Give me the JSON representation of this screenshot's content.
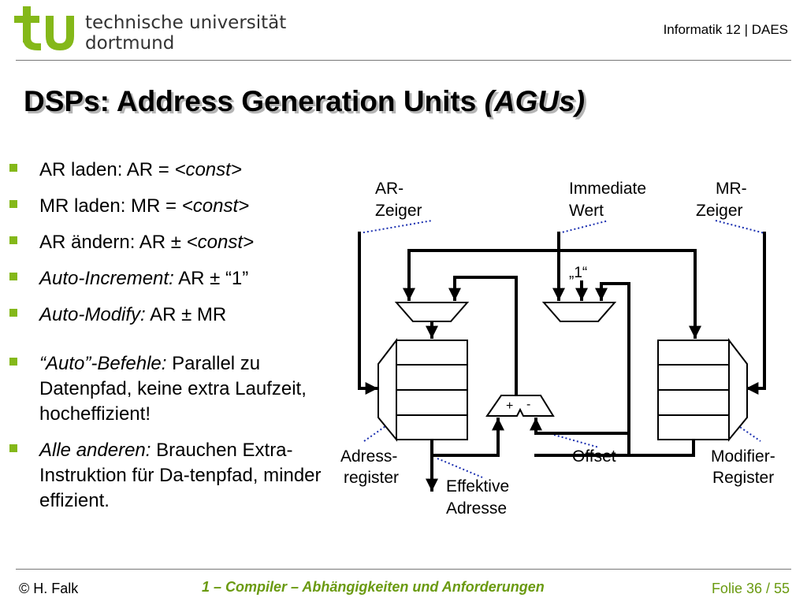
{
  "header": {
    "university_line1": "technische universität",
    "university_line2": "dortmund",
    "course": "Informatik 12 | DAES"
  },
  "slide": {
    "title_main": "DSPs: Address Generation Units ",
    "title_italic": "(AGUs)"
  },
  "bullets": [
    {
      "plain1": "AR laden: AR = ",
      "italic": "<const>",
      "plain2": ""
    },
    {
      "plain1": "MR laden: MR = ",
      "italic": "<const>",
      "plain2": ""
    },
    {
      "plain1": "AR ändern: AR ± ",
      "italic": "<const>",
      "plain2": ""
    },
    {
      "plain1": "",
      "italic": "Auto-Increment:",
      "plain2": " AR ± “1”"
    },
    {
      "plain1": "",
      "italic": "Auto-Modify:",
      "plain2": " AR ± MR"
    },
    {
      "plain1": "",
      "italic": "“Auto”-Befehle:",
      "plain2": " Parallel zu Datenpfad, keine extra Laufzeit, hocheffizient!"
    },
    {
      "plain1": "",
      "italic": "Alle anderen:",
      "plain2": " Brauchen Extra-Instruktion für Da-tenpfad, minder effizient."
    }
  ],
  "diagram": {
    "ar_zeiger": [
      "AR-",
      "Zeiger"
    ],
    "immediate": [
      "Immediate",
      "Wert"
    ],
    "mr_zeiger": [
      "MR-",
      "Zeiger"
    ],
    "one": "„1“",
    "plus": "+",
    "minus": "-",
    "adressregister": [
      "Adress-",
      "register"
    ],
    "offset": "Offset",
    "modifier": [
      "Modifier-",
      "Register"
    ],
    "effektive": [
      "Effektive",
      "Adresse"
    ]
  },
  "footer": {
    "copyright": "© H. Falk",
    "chapter": "1 – Compiler – Abhängigkeiten und Anforderungen",
    "folie": "Folie 36 / 55"
  },
  "colors": {
    "brand_green": "#84b819",
    "footer_green": "#6a9a10",
    "annotation_blue": "#1a2fb0"
  }
}
